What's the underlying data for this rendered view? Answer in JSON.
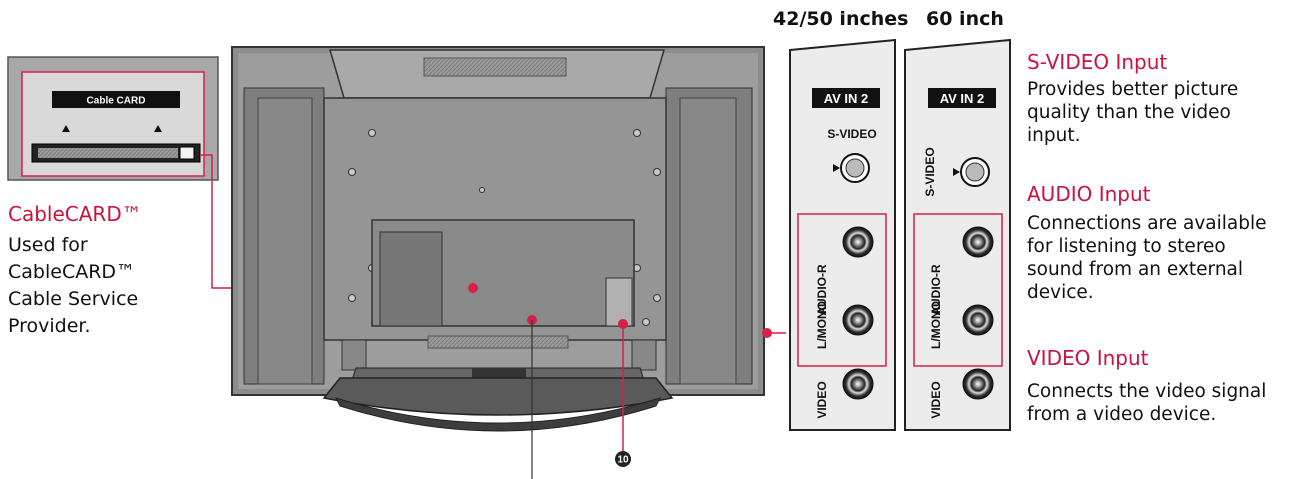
{
  "header": {
    "size_42_50": "42/50 inches",
    "size_60": "60 inch"
  },
  "cablecard": {
    "slot_label": "Cable CARD",
    "title": "CableCARD™",
    "desc_lines": [
      "Used for",
      "CableCARD™",
      "Cable Service",
      "Provider."
    ]
  },
  "panels": {
    "av_label": "AV IN 2",
    "svideo_label": "S-VIDEO",
    "audio_label": "AUDIO-R",
    "mono_label": "L/MONO",
    "video_label": "VIDEO"
  },
  "descriptions": {
    "svideo": {
      "title": "S-VIDEO Input",
      "lines": [
        "Provides better picture",
        "quality than the video",
        "input."
      ]
    },
    "audio": {
      "title": "AUDIO Input",
      "lines": [
        "Connections are available",
        "for listening to stereo",
        "sound from an external",
        "device."
      ]
    },
    "video": {
      "title": "VIDEO Input",
      "lines": [
        "Connects the video signal",
        "from a video device."
      ]
    }
  },
  "callout_number": "10",
  "colors": {
    "accent": "#c8143c",
    "line": "#d6204a"
  }
}
